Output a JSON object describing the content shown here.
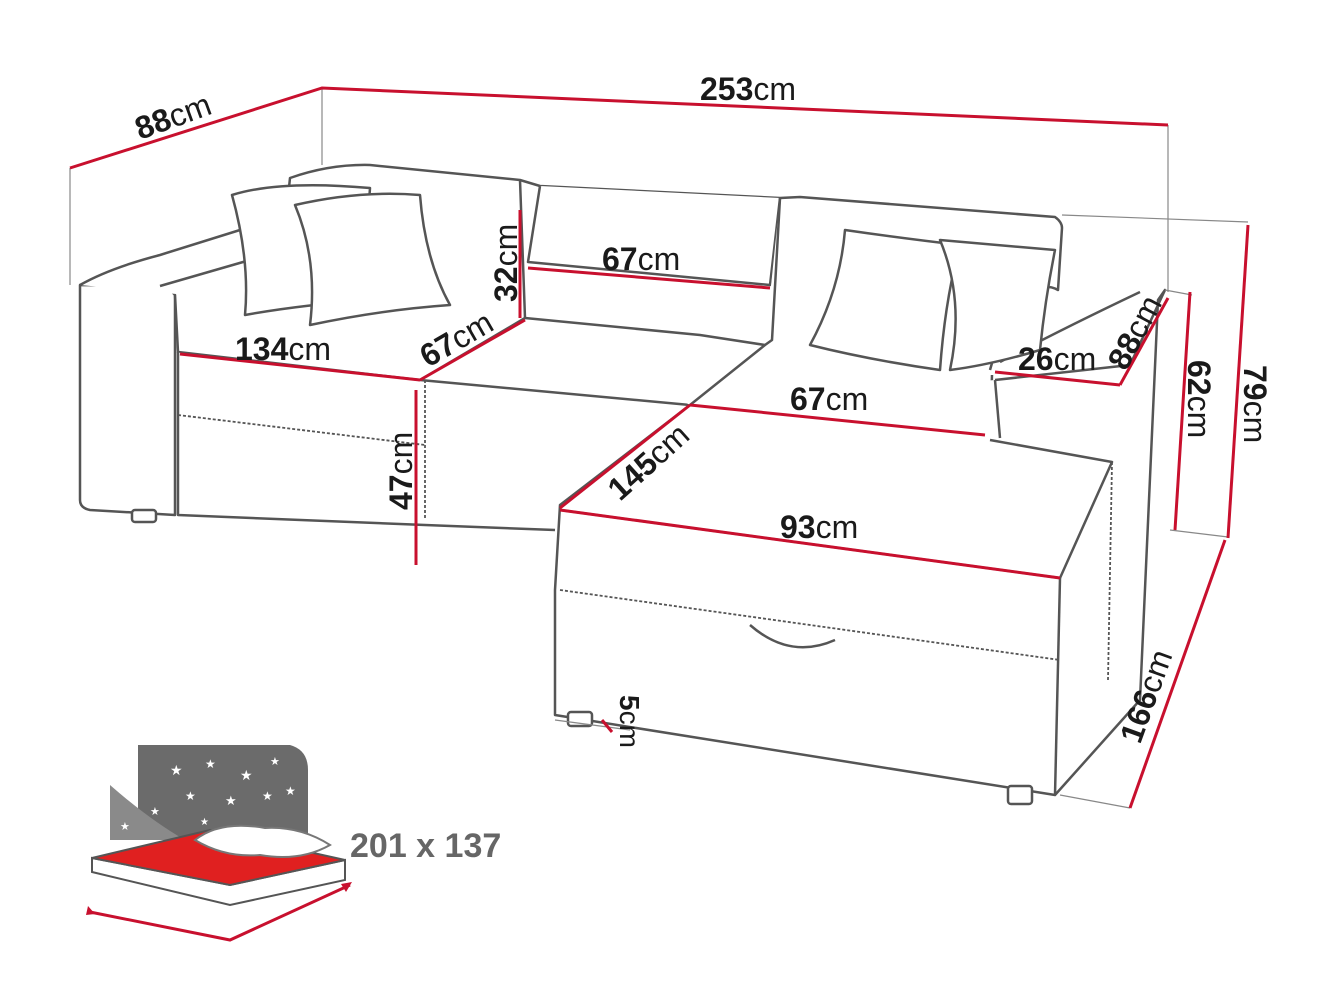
{
  "dimensions": {
    "total_width": {
      "value": "253",
      "unit": "cm"
    },
    "depth": {
      "value": "88",
      "unit": "cm"
    },
    "back_height": {
      "value": "32",
      "unit": "cm"
    },
    "seat_width_left": {
      "value": "134",
      "unit": "cm"
    },
    "seat_depth_left": {
      "value": "67",
      "unit": "cm"
    },
    "back_cushion_width": {
      "value": "67",
      "unit": "cm"
    },
    "seat_height": {
      "value": "47",
      "unit": "cm"
    },
    "chaise_seat_width": {
      "value": "67",
      "unit": "cm"
    },
    "chaise_length_inner": {
      "value": "145",
      "unit": "cm"
    },
    "chaise_front_width": {
      "value": "93",
      "unit": "cm"
    },
    "armrest_width": {
      "value": "26",
      "unit": "cm"
    },
    "armrest_depth": {
      "value": "88",
      "unit": "cm"
    },
    "armrest_height": {
      "value": "62",
      "unit": "cm"
    },
    "total_height": {
      "value": "79",
      "unit": "cm"
    },
    "chaise_length": {
      "value": "166",
      "unit": "cm"
    },
    "leg_height": {
      "value": "5",
      "unit": "cm"
    }
  },
  "sleeping_area": {
    "label": "201 x 137"
  },
  "colors": {
    "measure": "#c8102e",
    "outline": "#555555",
    "mattress": "#e02020",
    "night": "#6b6b6b"
  }
}
